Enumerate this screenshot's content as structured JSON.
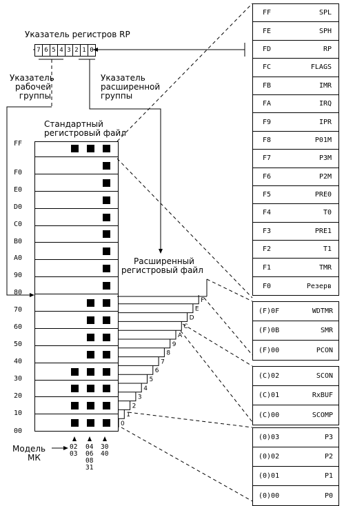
{
  "rp": {
    "title": "Указатель регистров RP",
    "bits": [
      "7",
      "6",
      "5",
      "4",
      "3",
      "2",
      "1",
      "0"
    ]
  },
  "working_pointer": [
    "Указатель",
    "рабочей",
    "группы"
  ],
  "ext_pointer": [
    "Указатель",
    "расширенной",
    "группы"
  ],
  "std_file": {
    "title": [
      "Стандартный",
      "регистровый файл"
    ],
    "rows": [
      {
        "label": "FF",
        "squares": [
          1,
          1,
          1
        ]
      },
      {
        "label": "F0",
        "squares": [
          0,
          0,
          1
        ]
      },
      {
        "label": "E0",
        "squares": [
          0,
          0,
          1
        ]
      },
      {
        "label": "D0",
        "squares": [
          0,
          0,
          1
        ]
      },
      {
        "label": "C0",
        "squares": [
          0,
          0,
          1
        ]
      },
      {
        "label": "B0",
        "squares": [
          0,
          0,
          1
        ]
      },
      {
        "label": "A0",
        "squares": [
          0,
          0,
          1
        ]
      },
      {
        "label": "90",
        "squares": [
          0,
          0,
          1
        ]
      },
      {
        "label": "80",
        "squares": [
          0,
          0,
          1
        ]
      },
      {
        "label": "70",
        "squares": [
          0,
          1,
          1
        ]
      },
      {
        "label": "60",
        "squares": [
          0,
          1,
          1
        ]
      },
      {
        "label": "50",
        "squares": [
          0,
          1,
          1
        ]
      },
      {
        "label": "40",
        "squares": [
          0,
          1,
          1
        ]
      },
      {
        "label": "30",
        "squares": [
          1,
          1,
          1
        ]
      },
      {
        "label": "20",
        "squares": [
          1,
          1,
          1
        ]
      },
      {
        "label": "10",
        "squares": [
          1,
          1,
          1
        ]
      },
      {
        "label": "00",
        "squares": [
          1,
          1,
          1
        ]
      }
    ]
  },
  "ext_file": {
    "title": [
      "Расширенный",
      "регистровый файл"
    ],
    "bank_labels": [
      "F",
      "E",
      "D",
      "C",
      "A",
      "9",
      "8",
      "7",
      "6",
      "5",
      "4",
      "3",
      "2",
      "1",
      "0"
    ]
  },
  "model": {
    "label": [
      "Модель",
      "МК"
    ],
    "col1": [
      "02",
      "03"
    ],
    "col2": [
      "04",
      "06",
      "08",
      "31"
    ],
    "col3": [
      "30",
      "40"
    ]
  },
  "reg_table": [
    {
      "addr": "FF",
      "name": "SPL"
    },
    {
      "addr": "FE",
      "name": "SPH"
    },
    {
      "addr": "FD",
      "name": "RP"
    },
    {
      "addr": "FC",
      "name": "FLAGS"
    },
    {
      "addr": "FB",
      "name": "IMR"
    },
    {
      "addr": "FA",
      "name": "IRQ"
    },
    {
      "addr": "F9",
      "name": "IPR"
    },
    {
      "addr": "F8",
      "name": "P01M"
    },
    {
      "addr": "F7",
      "name": "P3M"
    },
    {
      "addr": "F6",
      "name": "P2M"
    },
    {
      "addr": "F5",
      "name": "PRE0"
    },
    {
      "addr": "F4",
      "name": "T0"
    },
    {
      "addr": "F3",
      "name": "PRE1"
    },
    {
      "addr": "F2",
      "name": "T1"
    },
    {
      "addr": "F1",
      "name": "TMR"
    },
    {
      "addr": "F0",
      "name": "Резерв"
    }
  ],
  "group_f": [
    {
      "addr": "(F)0F",
      "name": "WDTMR"
    },
    {
      "addr": "(F)0B",
      "name": "SMR"
    },
    {
      "addr": "(F)00",
      "name": "PCON"
    }
  ],
  "group_c": [
    {
      "addr": "(C)02",
      "name": "SCON"
    },
    {
      "addr": "(C)01",
      "name": "RxBUF"
    },
    {
      "addr": "(C)00",
      "name": "SCOMP"
    }
  ],
  "group_0": [
    {
      "addr": "(0)03",
      "name": "P3"
    },
    {
      "addr": "(0)02",
      "name": "P2"
    },
    {
      "addr": "(0)01",
      "name": "P1"
    },
    {
      "addr": "(0)00",
      "name": "P0"
    }
  ]
}
